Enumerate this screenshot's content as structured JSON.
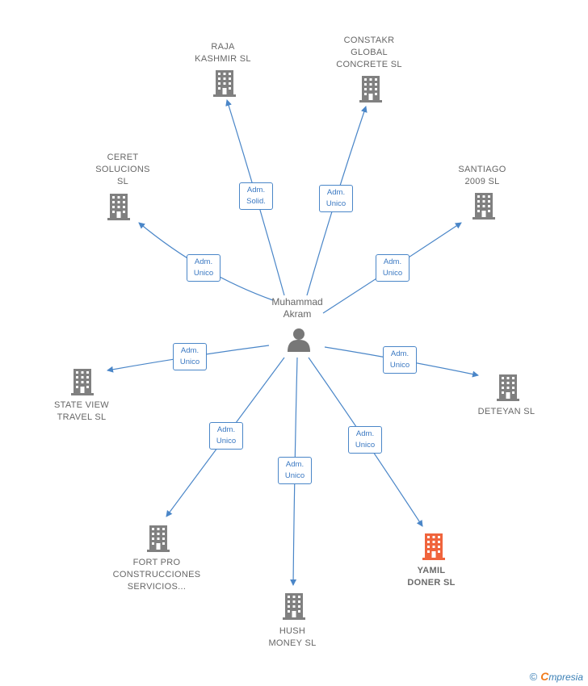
{
  "center": {
    "name": "Muhammad\nAkram"
  },
  "colors": {
    "edge": "#4a86c8",
    "node": "#808080",
    "highlight": "#f0643c"
  },
  "nodes": [
    {
      "id": "raja",
      "name": "RAJA\nKASHMIR SL",
      "role": "Adm.\nSolid."
    },
    {
      "id": "constakr",
      "name": "CONSTAKR\nGLOBAL\nCONCRETE  SL",
      "role": "Adm.\nUnico"
    },
    {
      "id": "ceret",
      "name": "CERET\nSOLUCIONS\nSL",
      "role": "Adm.\nUnico"
    },
    {
      "id": "santiago",
      "name": "SANTIAGO\n2009 SL",
      "role": "Adm.\nUnico"
    },
    {
      "id": "stateview",
      "name": "STATE VIEW\nTRAVEL SL",
      "role": "Adm.\nUnico"
    },
    {
      "id": "deteyan",
      "name": "DETEYAN  SL",
      "role": "Adm.\nUnico"
    },
    {
      "id": "fortpro",
      "name": "FORT PRO\nCONSTRUCCIONES\nSERVICIOS...",
      "role": "Adm.\nUnico"
    },
    {
      "id": "yamil",
      "name": "YAMIL\nDONER  SL",
      "role": "Adm.\nUnico",
      "highlight": true
    },
    {
      "id": "hush",
      "name": "HUSH\nMONEY  SL",
      "role": "Adm.\nUnico"
    }
  ],
  "footer": {
    "copyright": "©",
    "brand_first": "C",
    "brand_rest": "mpresia"
  }
}
